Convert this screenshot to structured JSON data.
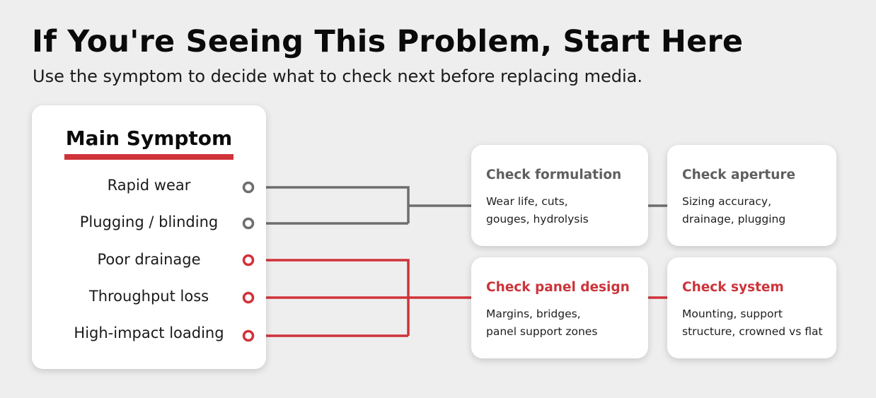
{
  "header": {
    "title": "If You're Seeing This Problem, Start Here",
    "subtitle": "Use the symptom to decide what to check next before replacing media."
  },
  "symptoms": {
    "heading": "Main Symptom",
    "items": [
      {
        "label": "Rapid wear",
        "group": "gray"
      },
      {
        "label": "Plugging / blinding",
        "group": "gray"
      },
      {
        "label": "Poor drainage",
        "group": "red"
      },
      {
        "label": "Throughput loss",
        "group": "red"
      },
      {
        "label": "High-impact loading",
        "group": "red"
      }
    ]
  },
  "checks": {
    "formulation": {
      "title": "Check formulation",
      "lines": [
        "Wear life, cuts,",
        "gouges, hydrolysis"
      ]
    },
    "aperture": {
      "title": "Check aperture",
      "lines": [
        "Sizing accuracy,",
        "drainage, plugging"
      ]
    },
    "panel_design": {
      "title": "Check panel design",
      "lines": [
        "Margins, bridges,",
        "panel support zones"
      ]
    },
    "system": {
      "title": "Check system",
      "lines": [
        "Mounting, support",
        "structure, crowned vs flat"
      ]
    }
  },
  "colors": {
    "gray_path": "#6e6e6e",
    "red_path": "#d0333a",
    "underline": "#d0333a",
    "red_title": "#cc343b",
    "gray_title": "#5f5f5f",
    "background": "#eeeeee",
    "card": "#ffffff"
  }
}
